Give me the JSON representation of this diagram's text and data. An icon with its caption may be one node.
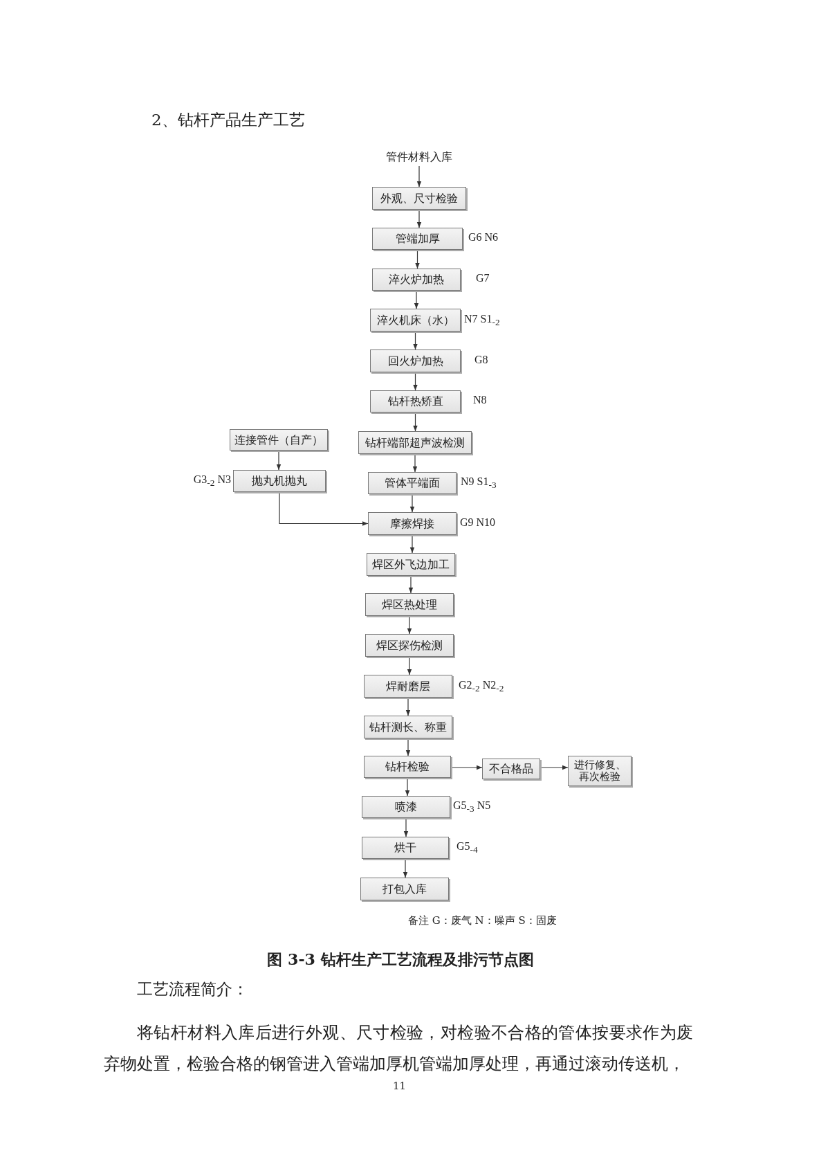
{
  "diagram": {
    "title": "2、钻杆产品生产工艺",
    "caption": "图 3-3 钻杆生产工艺流程及排污节点图",
    "nodes": [
      {
        "text": [
          "管件材料入库"
        ]
      },
      {
        "text": [
          "外观、尺寸检验"
        ]
      },
      {
        "text": [
          "管端加厚"
        ],
        "beside": [
          "G6 N6"
        ]
      },
      {
        "text": [
          "淬火炉加热"
        ],
        "beside": [
          "G7"
        ]
      },
      {
        "text": [
          "淬火机床（水）"
        ],
        "beside": [
          "N7 S1$_{-2}$"
        ]
      },
      {
        "text": [
          "回火炉加热"
        ],
        "beside": [
          "G8"
        ]
      },
      {
        "text": [
          "钻杆热矫直"
        ],
        "beside": [
          "N8"
        ]
      },
      {
        "text": [
          "连接管件（自产）"
        ]
      },
      {
        "text": [
          "钻杆端部超声波检测"
        ]
      },
      {
        "text": [
          "抛丸机抛丸"
        ],
        "beside": [
          "G3$_{-2}$ N3"
        ]
      },
      {
        "text": [
          "管体平端面"
        ],
        "beside": [
          "N9 S1$_{-3}$"
        ]
      },
      {
        "text": [
          "摩擦焊接"
        ],
        "beside": [
          "G9 N10"
        ]
      },
      {
        "text": [
          "焊区外飞边加工"
        ]
      },
      {
        "text": [
          "焊区热处理"
        ]
      },
      {
        "text": [
          "焊区探伤检测"
        ]
      },
      {
        "text": [
          "焊耐磨层"
        ],
        "beside": [
          "G2$_{-2}$ N2$_{-2}$"
        ]
      },
      {
        "text": [
          "钻杆测长、称重"
        ]
      },
      {
        "text": [
          "钻杆检验"
        ]
      },
      {
        "text": [
          "不合格品"
        ]
      },
      {
        "text": [
          "进行修复、再次检验"
        ]
      },
      {
        "text": [
          "喷漆"
        ],
        "beside": [
          "G5$_{-3}$ N5"
        ]
      },
      {
        "text": [
          "烘干"
        ],
        "beside": [
          "G5$_{-4}$"
        ]
      },
      {
        "text": [
          "打包入库"
        ]
      }
    ],
    "edges": [
      {
        "from": 0,
        "to": 1,
        "arrow": "to"
      },
      {
        "from": 1,
        "to": 2,
        "arrow": "to"
      },
      {
        "from": 2,
        "to": 3,
        "arrow": "to"
      },
      {
        "from": 3,
        "to": 4,
        "arrow": "to"
      },
      {
        "from": 4,
        "to": 5,
        "arrow": "to"
      },
      {
        "from": 5,
        "to": 6,
        "arrow": "to"
      },
      {
        "from": 6,
        "to": 8,
        "arrow": "to"
      },
      {
        "from": 8,
        "to": 10,
        "arrow": "to"
      },
      {
        "from": 10,
        "to": 11,
        "arrow": "to"
      },
      {
        "from": 7,
        "to": 9,
        "arrow": "to"
      },
      {
        "from": 9,
        "to": 11,
        "arrow": "to"
      },
      {
        "from": 11,
        "to": 12,
        "arrow": "to"
      },
      {
        "from": 12,
        "to": 13,
        "arrow": "to"
      },
      {
        "from": 13,
        "to": 14,
        "arrow": "to"
      },
      {
        "from": 14,
        "to": 15,
        "arrow": "to"
      },
      {
        "from": 15,
        "to": 16,
        "arrow": "to"
      },
      {
        "from": 16,
        "to": 17,
        "arrow": "to"
      },
      {
        "from": 17,
        "to": 18,
        "arrow": "to"
      },
      {
        "from": 18,
        "to": 19,
        "arrow": "to"
      },
      {
        "from": 17,
        "to": 20,
        "arrow": "to"
      },
      {
        "from": 20,
        "to": 21,
        "arrow": "to"
      },
      {
        "from": 21,
        "to": 22,
        "arrow": "to"
      }
    ],
    "labels": [
      "备注 G：废气 N：噪声 S：固废",
      "工艺流程简介：",
      "将钻杆材料入库后进行外观、尺寸检验，对检验不合格的管体按要求作为废弃物处置，检验合格的钢管进入管端加厚机管端加厚处理，再通过滚动传送机，",
      "11"
    ]
  }
}
